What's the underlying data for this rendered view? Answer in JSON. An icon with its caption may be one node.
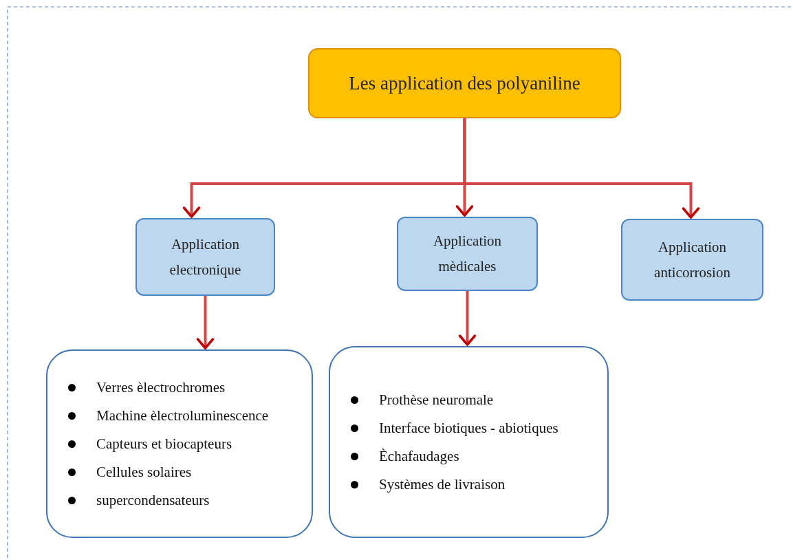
{
  "diagram": {
    "nodes": [
      {
        "text": [
          "Les application des polyaniline"
        ]
      },
      {
        "text": [
          "Application electronique"
        ]
      },
      {
        "text": [
          "Application mèdicales"
        ]
      },
      {
        "text": [
          "Application anticorrosion"
        ]
      },
      {
        "text": [
          "Verres èlectrochromes",
          "Machine èlectroluminescence",
          "Capteurs et biocapteurs",
          "Cellules solaires",
          "supercondensateurs"
        ]
      },
      {
        "text": [
          "Prothèse neuromale",
          "Interface biotiques - abiotiques",
          "Èchafaudages",
          "Systèmes de livraison"
        ]
      }
    ],
    "edges": [
      {
        "from": 0,
        "to": 1,
        "arrow": "to"
      },
      {
        "from": 0,
        "to": 2,
        "arrow": "to"
      },
      {
        "from": 0,
        "to": 3,
        "arrow": "to"
      },
      {
        "from": 1,
        "to": 4,
        "arrow": "to"
      },
      {
        "from": 2,
        "to": 5,
        "arrow": "to"
      }
    ]
  }
}
